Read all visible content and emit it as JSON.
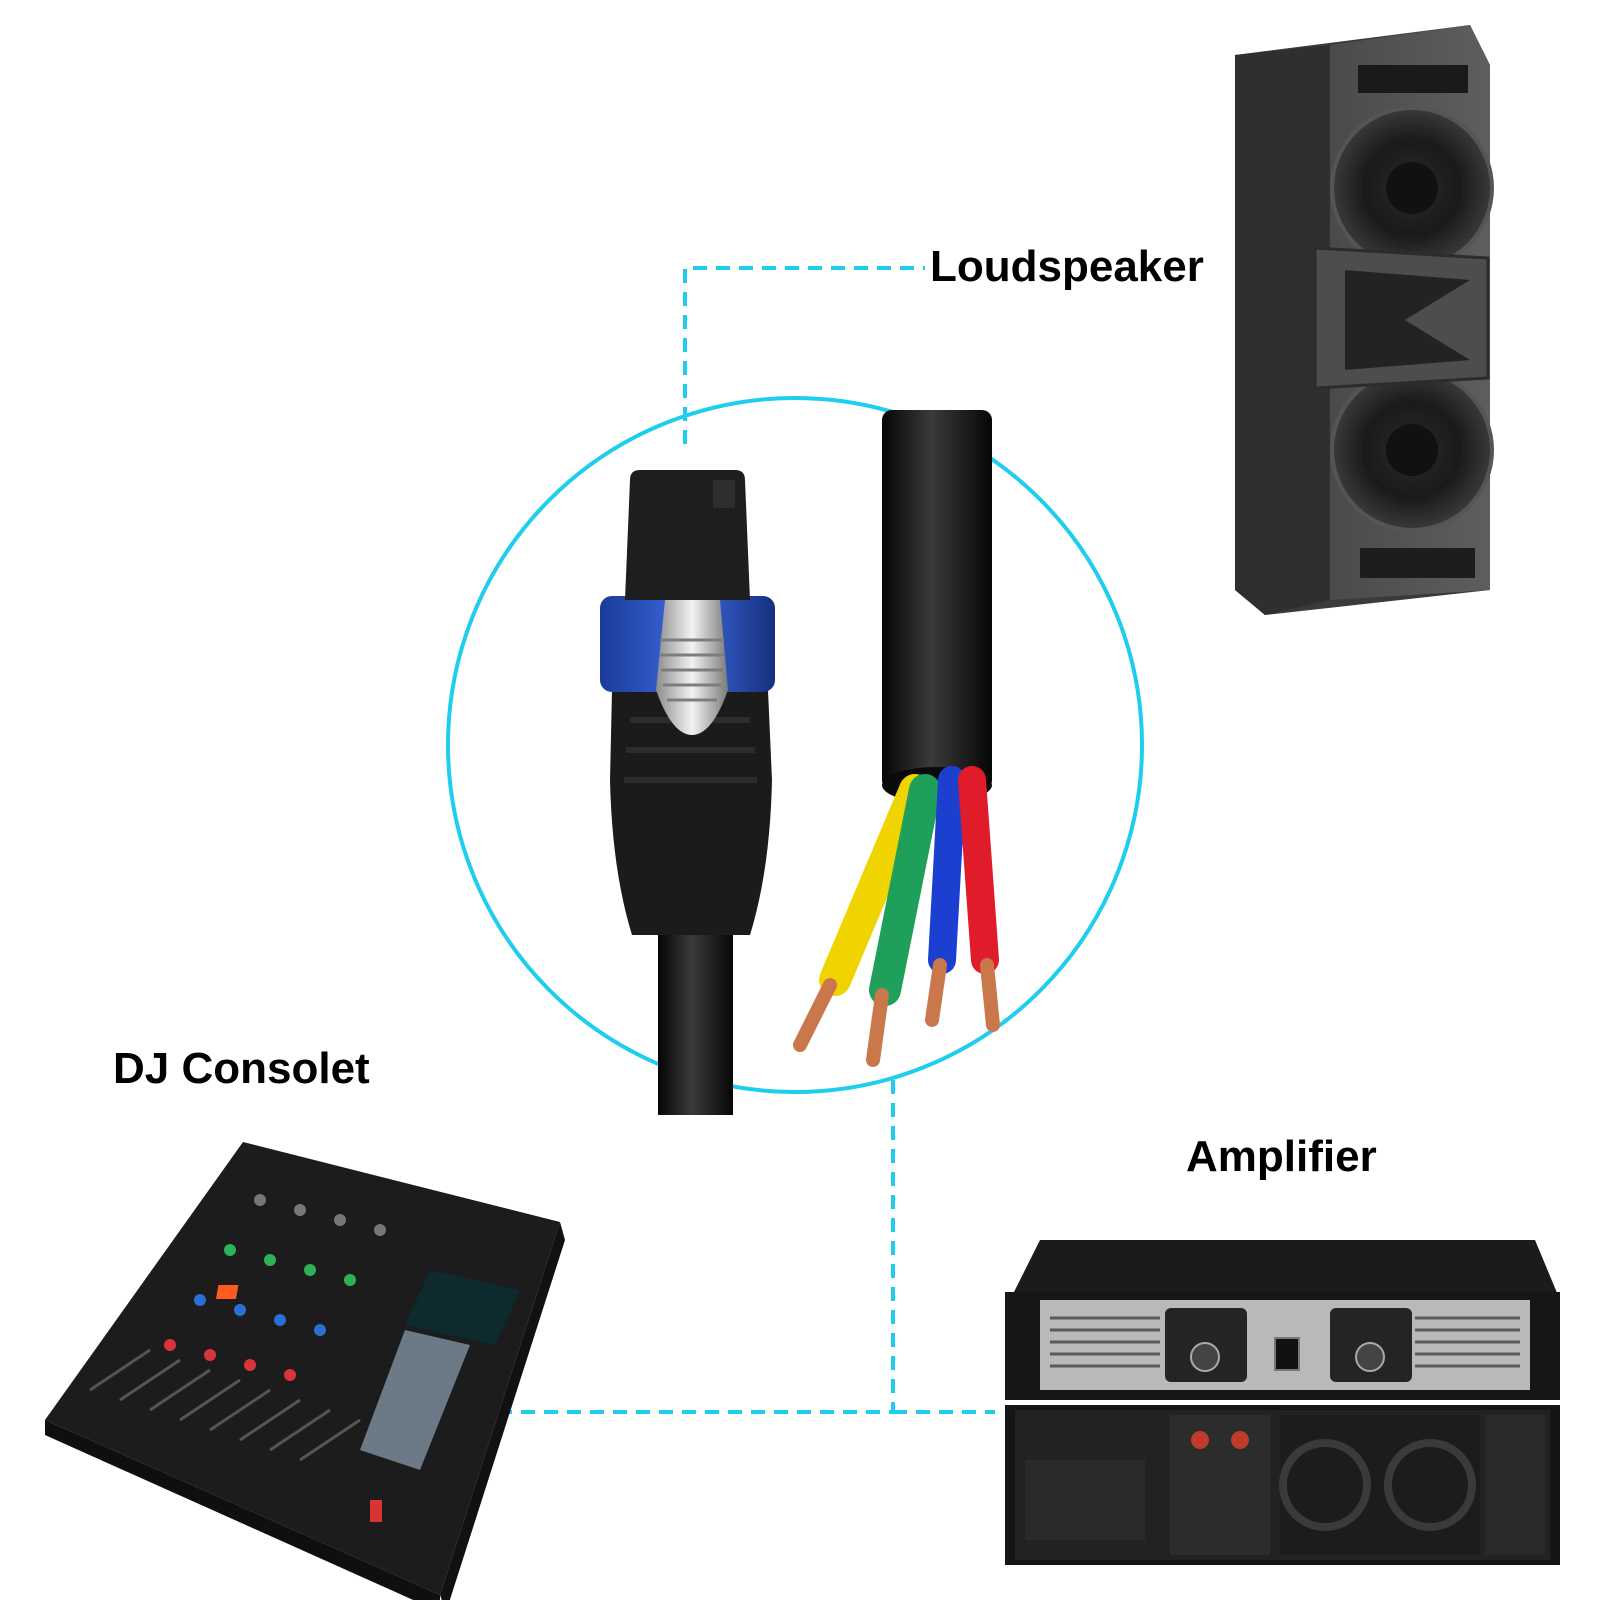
{
  "labels": {
    "loudspeaker": "Loudspeaker",
    "dj_console": "DJ Consolet",
    "amplifier": "Amplifier"
  },
  "colors": {
    "accent": "#1fcdee",
    "cable": "#111111",
    "connector_ring": "#2d55c8",
    "wire_yellow": "#f0d400",
    "wire_green": "#1fa05a",
    "wire_blue": "#1d3fd0",
    "wire_red": "#e11c2a",
    "copper": "#c9774b"
  },
  "scene": {
    "loudspeaker_icon": "loudspeaker-cabinet-icon",
    "mixer_icon": "mixing-console-icon",
    "amplifier_icon": "power-amplifier-icon",
    "connector_icon": "speakon-connector-icon",
    "cable_icon": "four-core-cable-icon"
  }
}
